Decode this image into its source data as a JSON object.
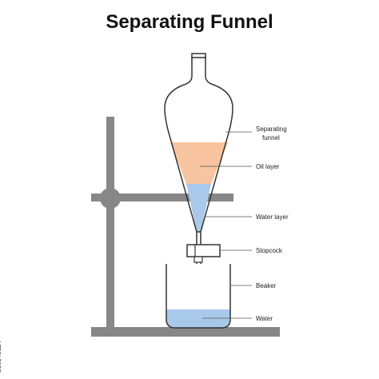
{
  "title": "Separating Funnel",
  "labels": {
    "funnel_line1": "Separating",
    "funnel_line2": "funnel",
    "oil": "Oil layer",
    "water_layer": "Water layer",
    "stopcock": "Stopcock",
    "beaker": "Beaker",
    "water": "Water"
  },
  "image_id": "536549124",
  "colors": {
    "oil": "#f7c49f",
    "water": "#a9c9eb",
    "stand": "#878787",
    "outline": "#333333",
    "leader": "#555555"
  }
}
